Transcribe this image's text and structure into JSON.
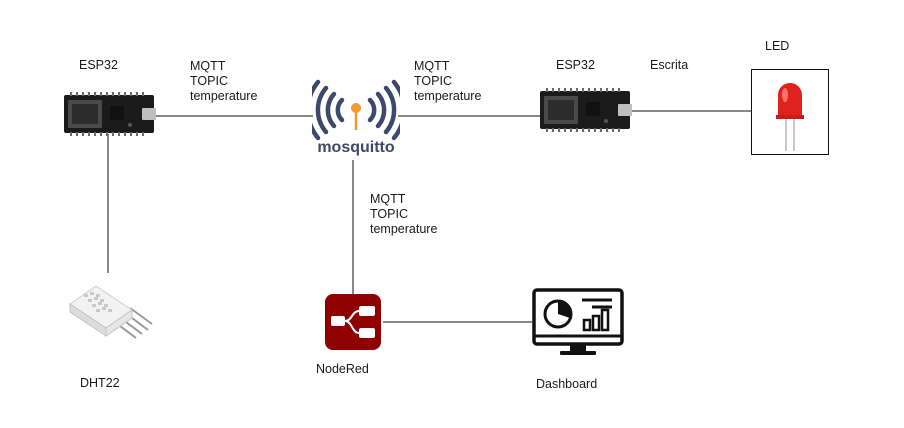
{
  "nodes": {
    "esp32_left": {
      "label": "ESP32"
    },
    "esp32_right": {
      "label": "ESP32"
    },
    "broker": {
      "logo_text": "mosquitto"
    },
    "led": {
      "label": "LED"
    },
    "sensor": {
      "label": "DHT22"
    },
    "nodered": {
      "label": "NodeRed"
    },
    "dashboard": {
      "label": "Dashboard"
    }
  },
  "edges": {
    "esp_to_broker": {
      "line1": "MQTT",
      "line2": "TOPIC",
      "line3": "temperature"
    },
    "broker_to_esp": {
      "line1": "MQTT",
      "line2": "TOPIC",
      "line3": "temperature"
    },
    "broker_to_nodered": {
      "line1": "MQTT",
      "line2": "TOPIC",
      "line3": "temperature"
    },
    "esp_to_led": {
      "label": "Escrita"
    }
  },
  "colors": {
    "line": "#111111",
    "board": "#1b1b1b",
    "broker_blue": "#3b4a6b",
    "broker_orange": "#f39a2d",
    "nodered_red": "#8f0000",
    "led_red": "#e0221d"
  }
}
